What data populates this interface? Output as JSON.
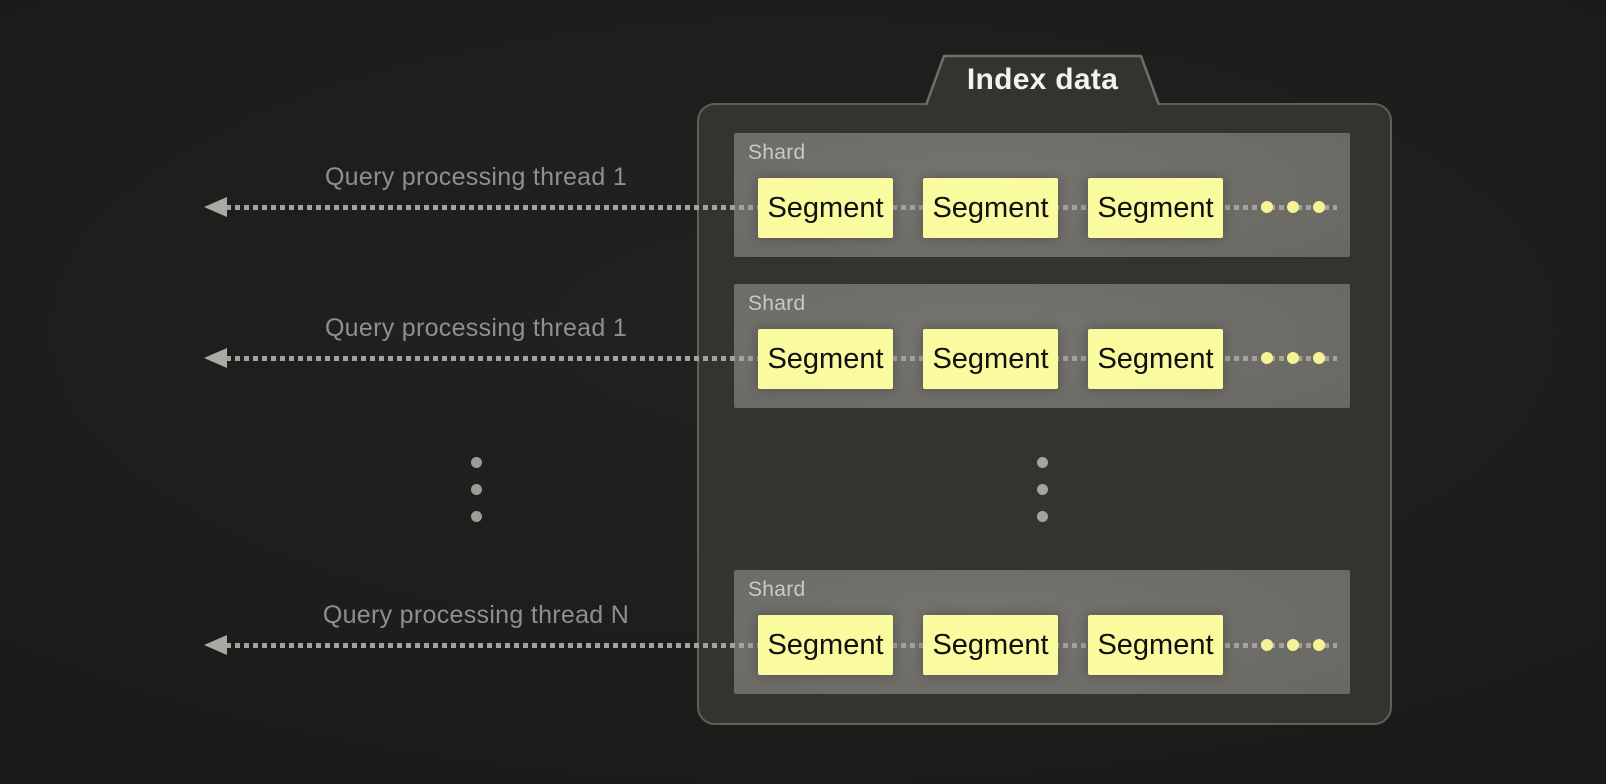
{
  "diagram": {
    "title": "Index data",
    "threads": [
      {
        "label": "Query processing thread 1"
      },
      {
        "label": "Query processing thread 1"
      },
      {
        "label": "Query processing thread N"
      }
    ],
    "shards": [
      {
        "label": "Shard",
        "segments": [
          "Segment",
          "Segment",
          "Segment"
        ],
        "more_icon": "more-segments-ellipsis"
      },
      {
        "label": "Shard",
        "segments": [
          "Segment",
          "Segment",
          "Segment"
        ],
        "more_icon": "more-segments-ellipsis"
      },
      {
        "label": "Shard",
        "segments": [
          "Segment",
          "Segment",
          "Segment"
        ],
        "more_icon": "more-segments-ellipsis"
      }
    ],
    "ellipsis": {
      "left_icon": "vertical-ellipsis",
      "right_icon": "vertical-ellipsis"
    },
    "colors": {
      "background": "#1b1a18",
      "panel_fill": "#343330",
      "panel_border": "#605f5b",
      "shard_fill": "#6b6a65",
      "shard_label_text": "#c9c9c6",
      "segment_fill": "#fafa9e",
      "segment_text": "#111111",
      "more_segment_dot": "#f5f394",
      "connector_dotted": "#a2a29f",
      "arrowhead": "#a9a9a6",
      "thread_label_text": "#8f8f8d",
      "panel_title_text": "#f2f2f1",
      "ellipsis_dot": "#9c9c99"
    }
  }
}
